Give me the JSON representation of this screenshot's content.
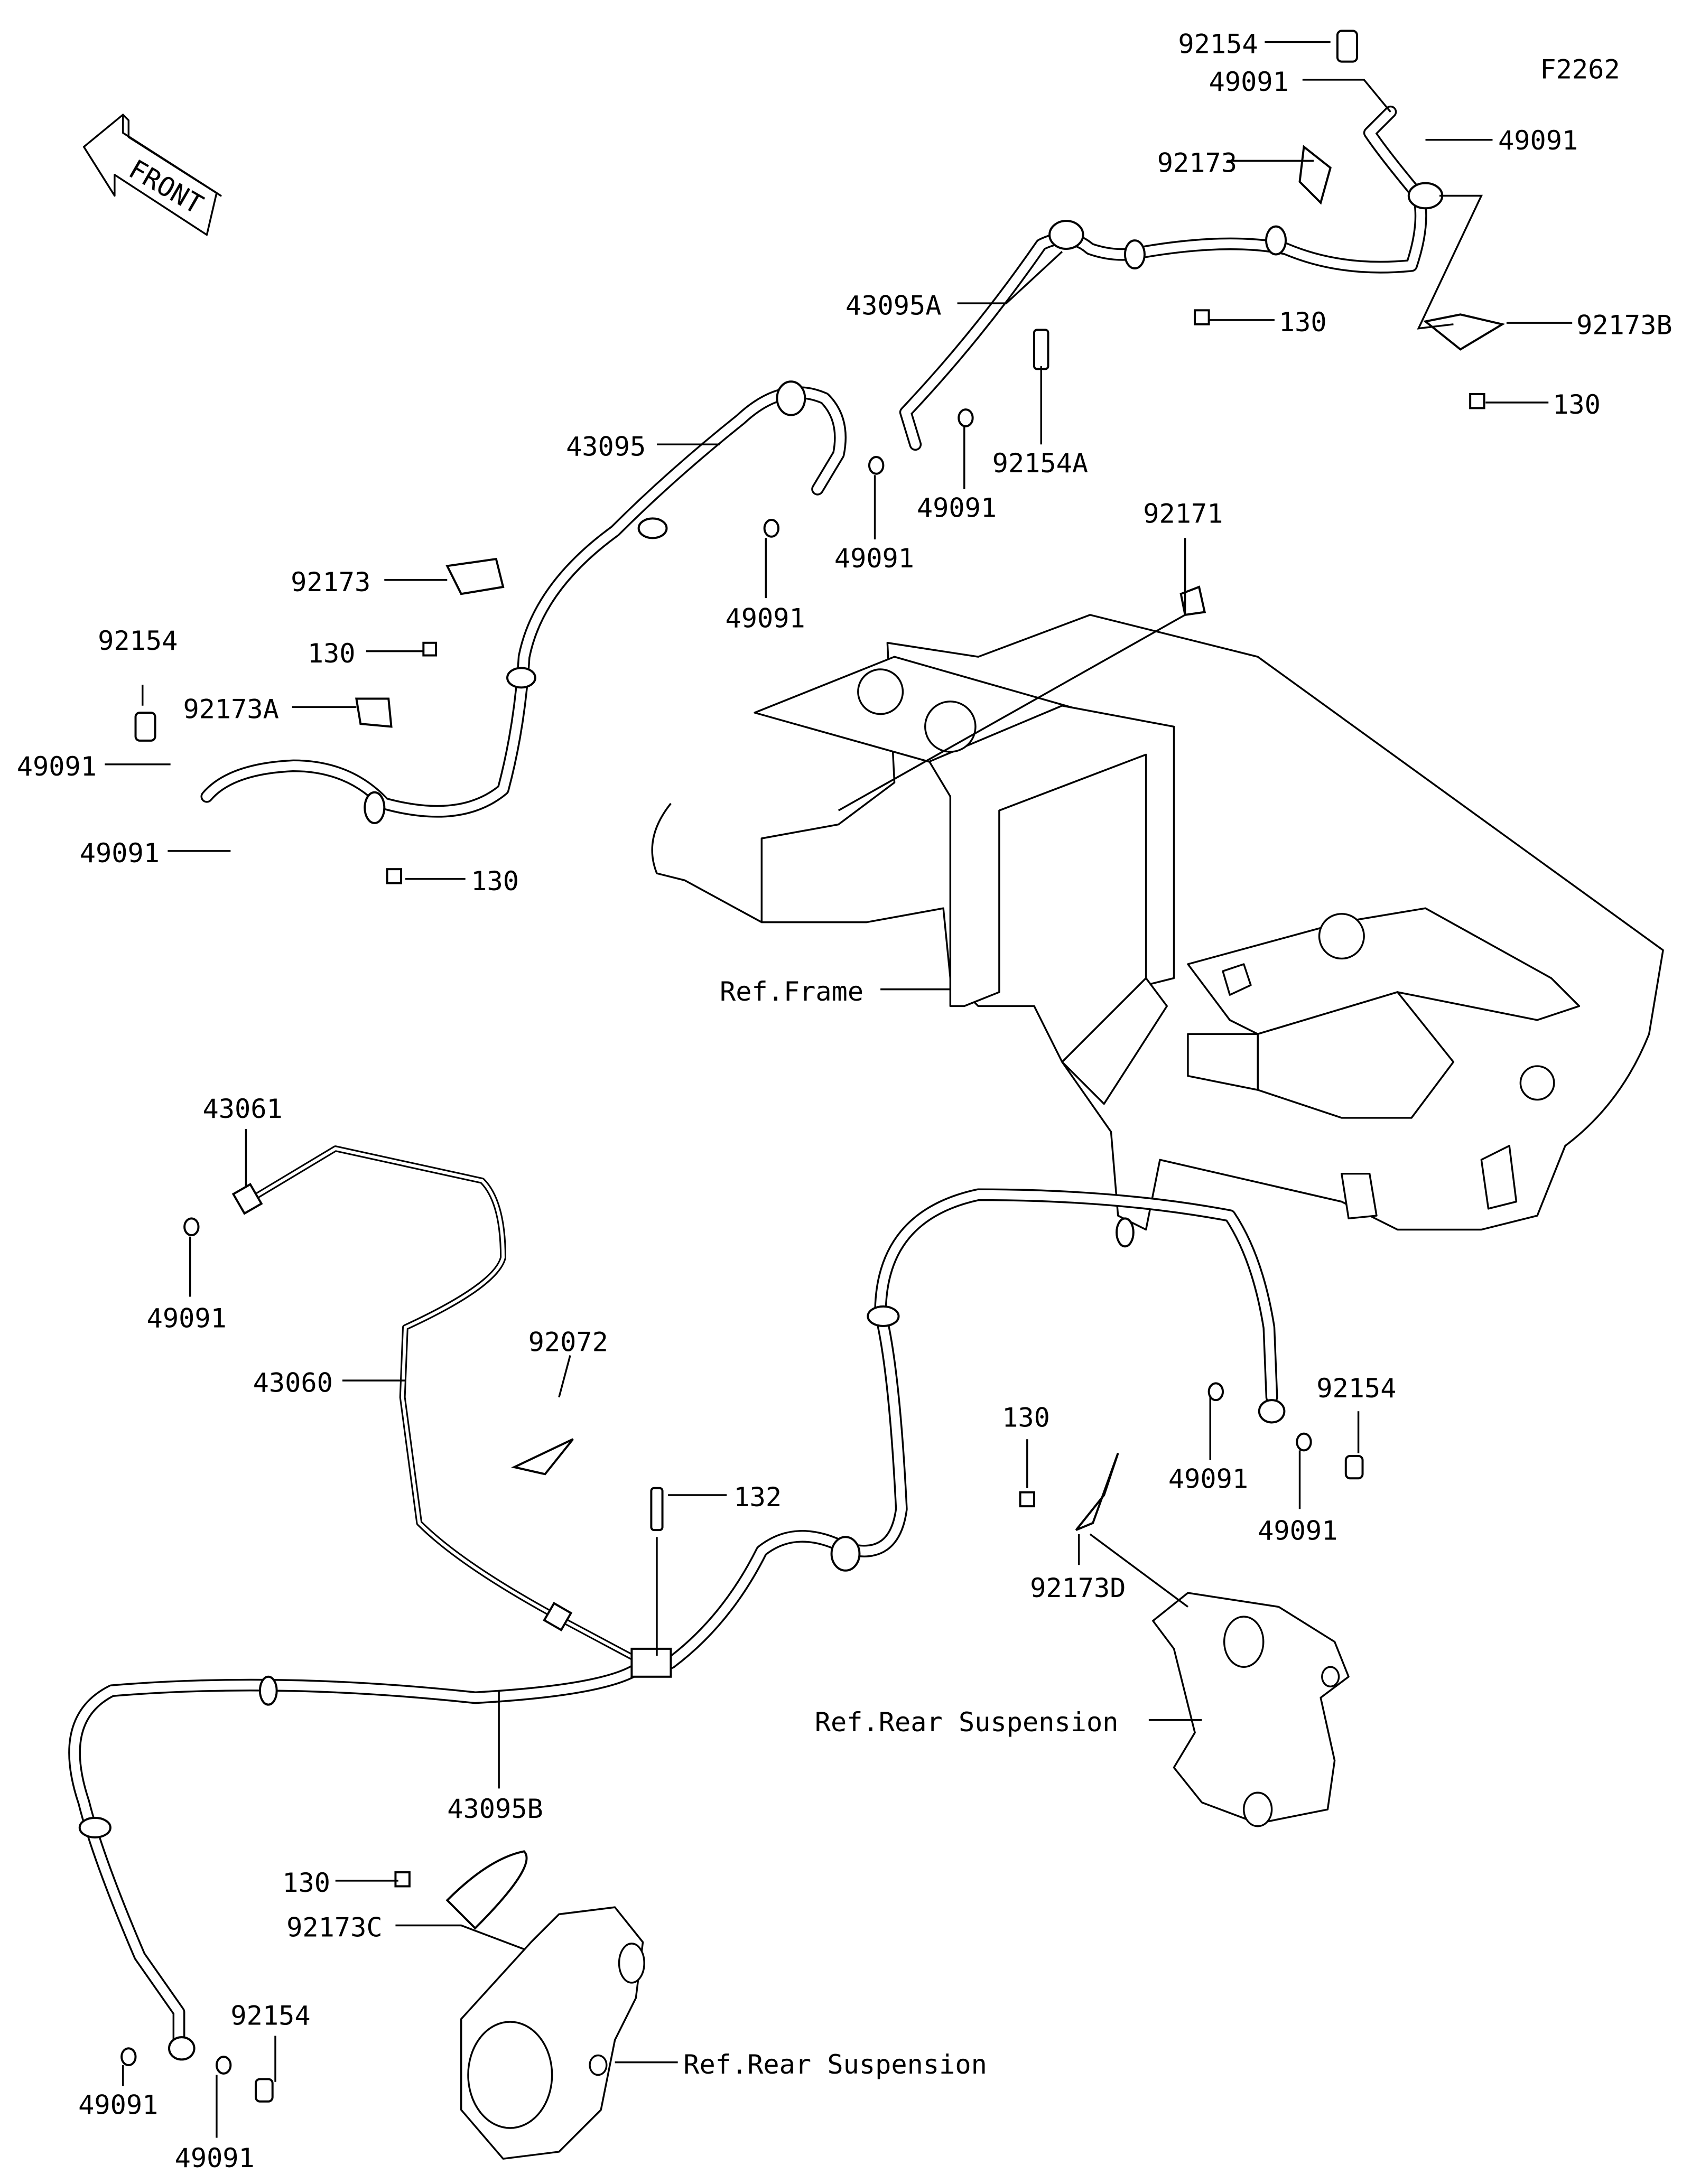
{
  "diagram_code": "F2262",
  "front_arrow_text": "FRONT",
  "labels": {
    "l01": "92154",
    "l02": "49091",
    "l03": "49091",
    "l04": "92173",
    "l05": "43095A",
    "l06": "130",
    "l07": "92173B",
    "l08": "130",
    "l09": "43095",
    "l10": "92154A",
    "l11": "49091",
    "l12": "49091",
    "l13": "92171",
    "l14": "49091",
    "l15": "92173",
    "l16": "130",
    "l17": "92154",
    "l18": "92173A",
    "l19": "49091",
    "l20": "49091",
    "l21": "130",
    "l22": "Ref.Frame",
    "l23": "43061",
    "l24": "49091",
    "l25": "92072",
    "l26": "43060",
    "l27": "92154",
    "l28": "130",
    "l29": "49091",
    "l30": "132",
    "l31": "49091",
    "l32": "92173D",
    "l33": "Ref.Rear Suspension",
    "l34": "43095B",
    "l35": "130",
    "l36": "92173C",
    "l37": "92154",
    "l38": "Ref.Rear Suspension",
    "l39": "49091",
    "l40": "49091"
  },
  "colors": {
    "line": "#000000",
    "background": "#ffffff"
  }
}
